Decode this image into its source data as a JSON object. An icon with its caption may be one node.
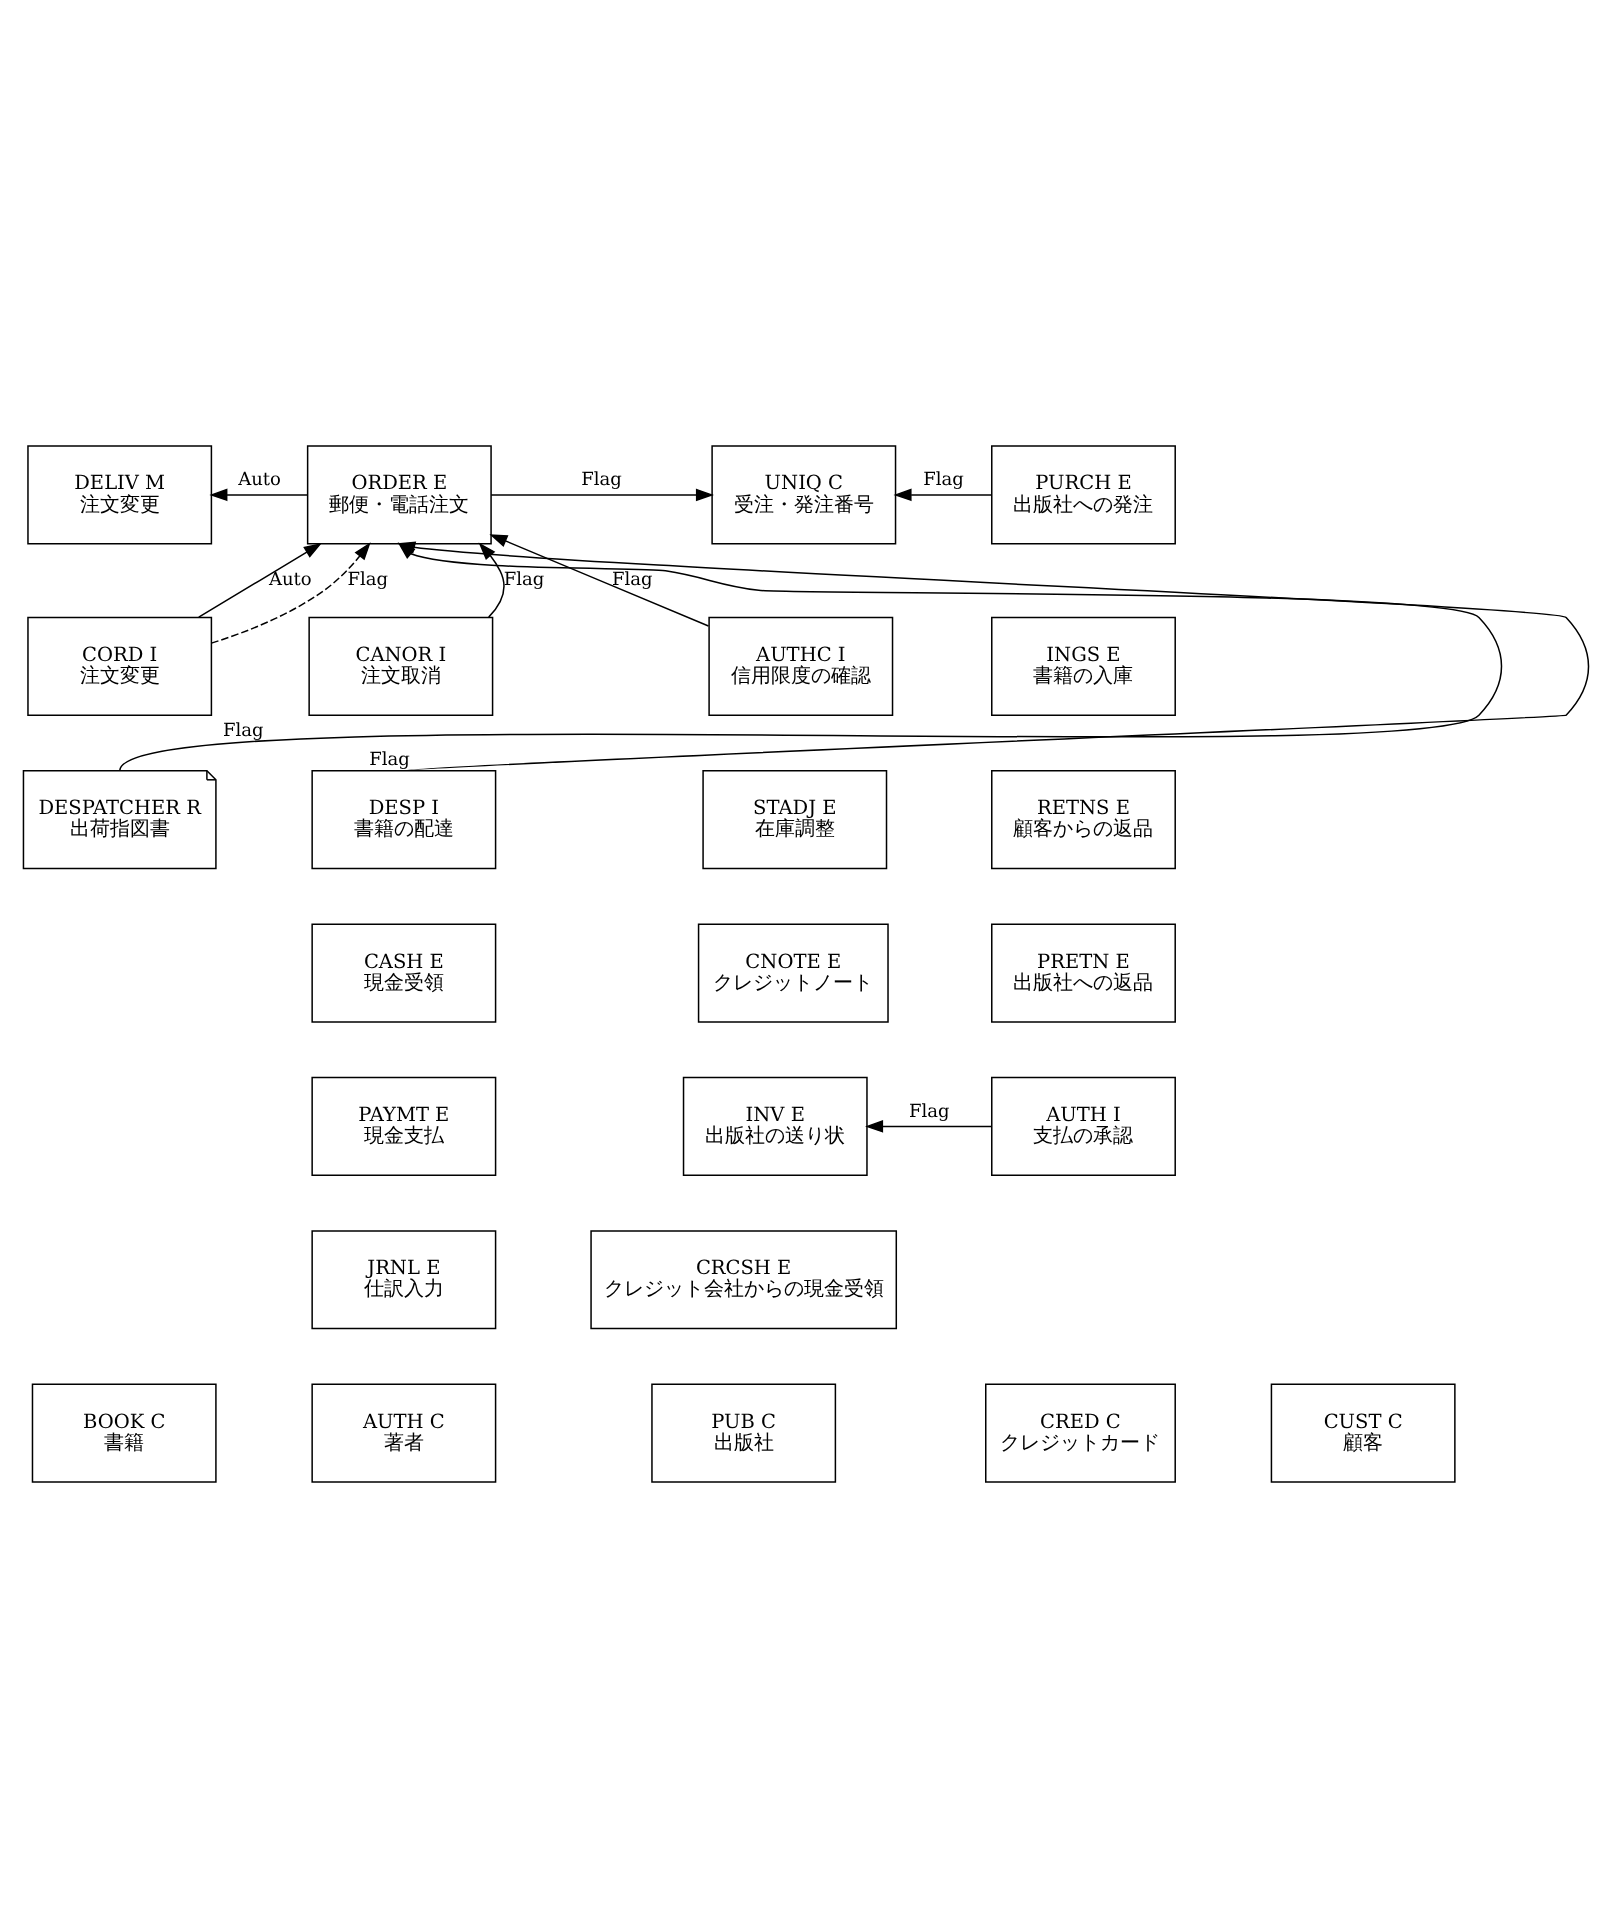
{
  "diagram": {
    "nodes": [
      {
        "text": [
          "DELIV M",
          "注文変更"
        ]
      },
      {
        "text": [
          "ORDER E",
          "郵便・電話注文"
        ]
      },
      {
        "text": [
          "UNIQ C",
          "受注・発注番号"
        ]
      },
      {
        "text": [
          "PURCH E",
          "出版社への発注"
        ]
      },
      {
        "text": [
          "CORD I",
          "注文変更"
        ]
      },
      {
        "text": [
          "CANOR I",
          "注文取消"
        ]
      },
      {
        "text": [
          "AUTHC I",
          "信用限度の確認"
        ]
      },
      {
        "text": [
          "INGS E",
          "書籍の入庫"
        ]
      },
      {
        "text": [
          "DESPATCHER R",
          "出荷指図書"
        ]
      },
      {
        "text": [
          "DESP I",
          "書籍の配達"
        ]
      },
      {
        "text": [
          "STADJ E",
          "在庫調整"
        ]
      },
      {
        "text": [
          "RETNS E",
          "顧客からの返品"
        ]
      },
      {
        "text": [
          "CASH E",
          "現金受領"
        ]
      },
      {
        "text": [
          "CNOTE E",
          "クレジットノート"
        ]
      },
      {
        "text": [
          "PRETN E",
          "出版社への返品"
        ]
      },
      {
        "text": [
          "PAYMT E",
          "現金支払"
        ]
      },
      {
        "text": [
          "INV E",
          "出版社の送り状"
        ]
      },
      {
        "text": [
          "AUTH I",
          "支払の承認"
        ]
      },
      {
        "text": [
          "JRNL E",
          "仕訳入力"
        ]
      },
      {
        "text": [
          "CRCSH E",
          "クレジット会社からの現金受領"
        ]
      },
      {
        "text": [
          "BOOK C",
          "書籍"
        ]
      },
      {
        "text": [
          "AUTH C",
          "著者"
        ]
      },
      {
        "text": [
          "PUB C",
          "出版社"
        ]
      },
      {
        "text": [
          "CRED C",
          "クレジットカード"
        ]
      },
      {
        "text": [
          "CUST C",
          "顧客"
        ]
      }
    ],
    "edges": [
      {
        "from": 1,
        "to": 0,
        "arrow": "to",
        "label": "Auto"
      },
      {
        "from": 1,
        "to": 2,
        "arrow": "to",
        "label": "Flag"
      },
      {
        "from": 3,
        "to": 2,
        "arrow": "to",
        "label": "Flag"
      },
      {
        "from": 4,
        "to": 1,
        "arrow": "to",
        "label": "Auto"
      },
      {
        "from": 4,
        "to": 1,
        "arrow": "to",
        "label": "Flag",
        "style": "dashed"
      },
      {
        "from": 5,
        "to": 1,
        "arrow": "to",
        "label": "Flag"
      },
      {
        "from": 6,
        "to": 1,
        "arrow": "to",
        "label": "Flag"
      },
      {
        "from": 8,
        "to": 1,
        "arrow": "to",
        "label": "Flag"
      },
      {
        "from": 9,
        "to": 1,
        "arrow": "to",
        "label": "Flag"
      },
      {
        "from": 17,
        "to": 16,
        "arrow": "to",
        "label": "Flag"
      }
    ]
  }
}
